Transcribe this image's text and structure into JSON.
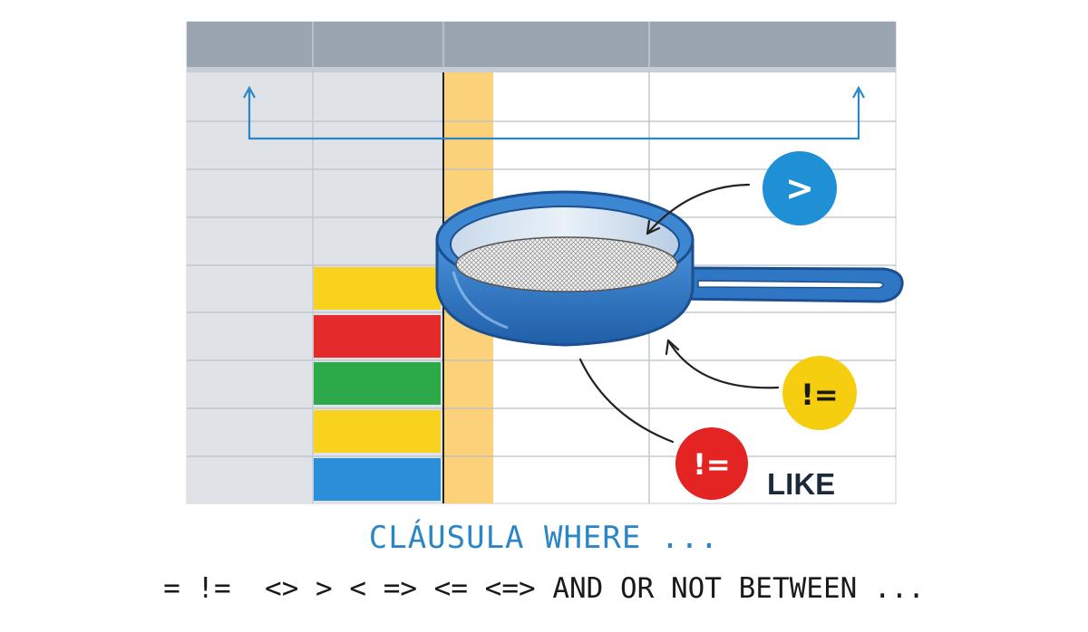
{
  "diagram": {
    "title": "CLÁUSULA WHERE ...",
    "operators_line": "= !=  <> > < => <= <=> AND OR NOT BETWEEN ...",
    "badges": [
      {
        "label": ">",
        "color": "#1f8fd6",
        "text_color": "#ffffff"
      },
      {
        "label": "!=",
        "color": "#f5cf0f",
        "text_color": "#1a1a1a"
      },
      {
        "label": "!=",
        "color": "#e42323",
        "text_color": "#ffffff"
      }
    ],
    "keyword_label": "LIKE",
    "colors": {
      "header": "#9aa5b1",
      "grey_columns": "#dfe3e8",
      "highlight_column": "#fbd27a",
      "arrow_blue": "#2a86c6",
      "sieve_blue": "#2f77c5",
      "stripe_yellow": "#f8d21c",
      "stripe_red": "#e42a2a",
      "stripe_green": "#2caa4a",
      "stripe_blue": "#2a8fd8"
    }
  }
}
